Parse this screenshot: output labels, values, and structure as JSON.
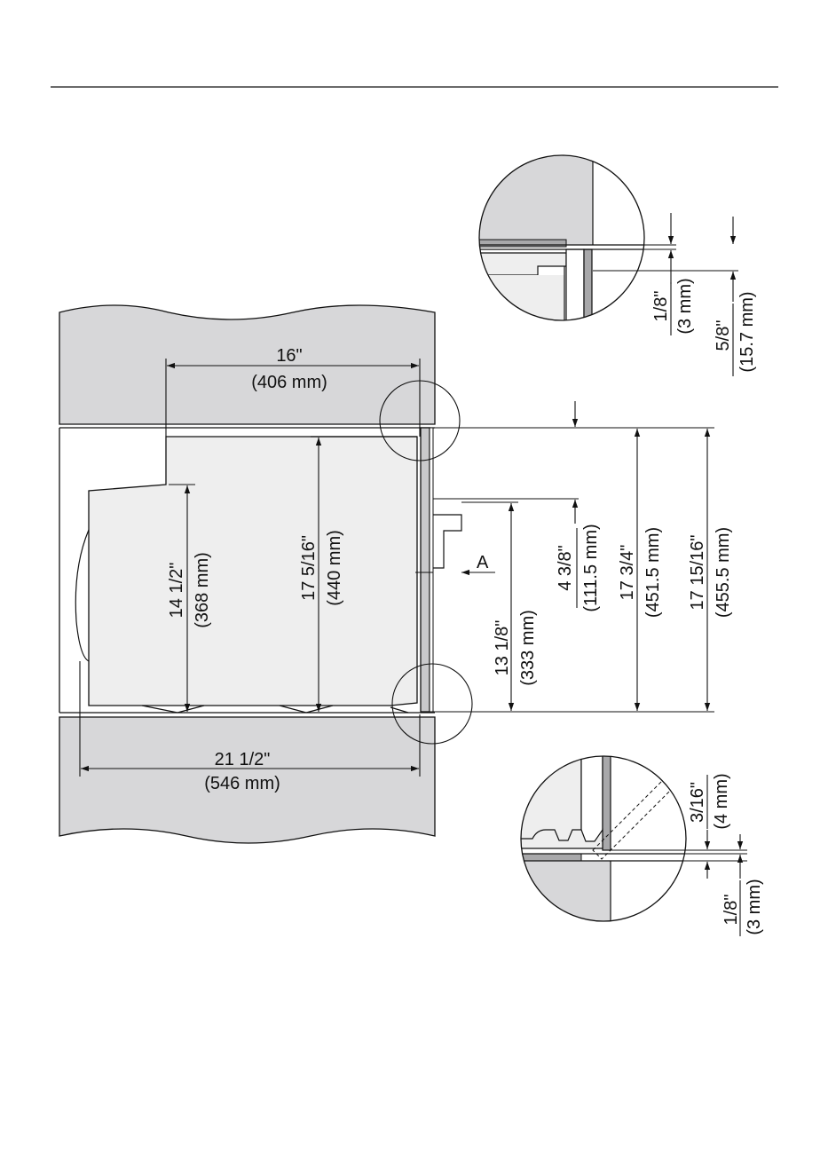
{
  "dimensions": {
    "width_16": {
      "imperial": "16\"",
      "metric": "(406 mm)"
    },
    "depth_21_1_2": {
      "imperial": "21 1/2\"",
      "metric": "(546 mm)"
    },
    "height_14_1_2": {
      "imperial": "14 1/2\"",
      "metric": "(368 mm)"
    },
    "height_17_5_16": {
      "imperial": "17 5/16\"",
      "metric": "(440 mm)"
    },
    "height_13_1_8": {
      "imperial": "13 1/8\"",
      "metric": "(333 mm)"
    },
    "height_4_3_8": {
      "imperial": "4 3/8\"",
      "metric": "(111.5 mm)"
    },
    "height_17_3_4": {
      "imperial": "17 3/4\"",
      "metric": "(451.5 mm)"
    },
    "height_17_15_16": {
      "imperial": "17 15/16\"",
      "metric": "(455.5 mm)"
    },
    "top_gap_1_8": {
      "imperial": "1/8\"",
      "metric": "(3 mm)"
    },
    "top_gap_5_8": {
      "imperial": "5/8\"",
      "metric": "(15.7 mm)"
    },
    "bottom_gap_3_16": {
      "imperial": "3/16\"",
      "metric": "(4 mm)"
    },
    "bottom_gap_1_8": {
      "imperial": "1/8\"",
      "metric": "(3 mm)"
    }
  },
  "labels": {
    "point_a": "A"
  }
}
